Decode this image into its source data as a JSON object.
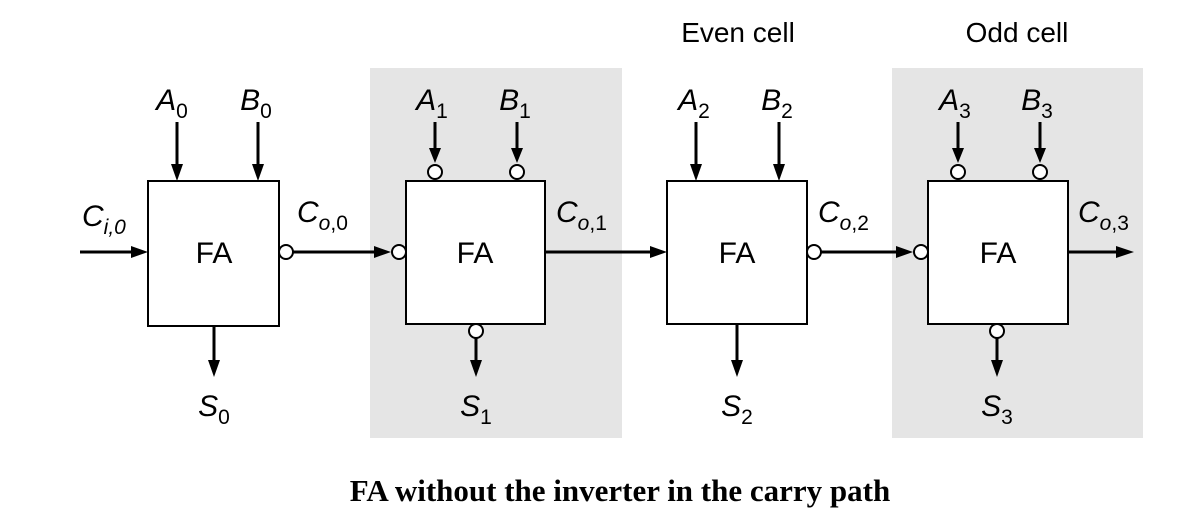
{
  "colors": {
    "shade": "#e5e5e5",
    "ink": "#000000",
    "background": "#ffffff"
  },
  "header": {
    "even_label": "Even cell",
    "odd_label": "Odd cell"
  },
  "caption": "FA without the inverter in the carry path",
  "carry_in": {
    "sym": "C",
    "sub": "i,0"
  },
  "cells": [
    {
      "fa": "FA",
      "a_sub": "0",
      "b_sub": "0",
      "s_sub": "0",
      "co_sub": "o,0",
      "shaded": false,
      "inverted_io": false
    },
    {
      "fa": "FA",
      "a_sub": "1",
      "b_sub": "1",
      "s_sub": "1",
      "co_sub": "o,1",
      "shaded": true,
      "inverted_io": true
    },
    {
      "fa": "FA",
      "a_sub": "2",
      "b_sub": "2",
      "s_sub": "2",
      "co_sub": "o,2",
      "shaded": false,
      "inverted_io": false
    },
    {
      "fa": "FA",
      "a_sub": "3",
      "b_sub": "3",
      "s_sub": "3",
      "co_sub": "o,3",
      "shaded": true,
      "inverted_io": true
    }
  ],
  "symbols": {
    "a": "A",
    "b": "B",
    "s": "S",
    "c": "C"
  }
}
